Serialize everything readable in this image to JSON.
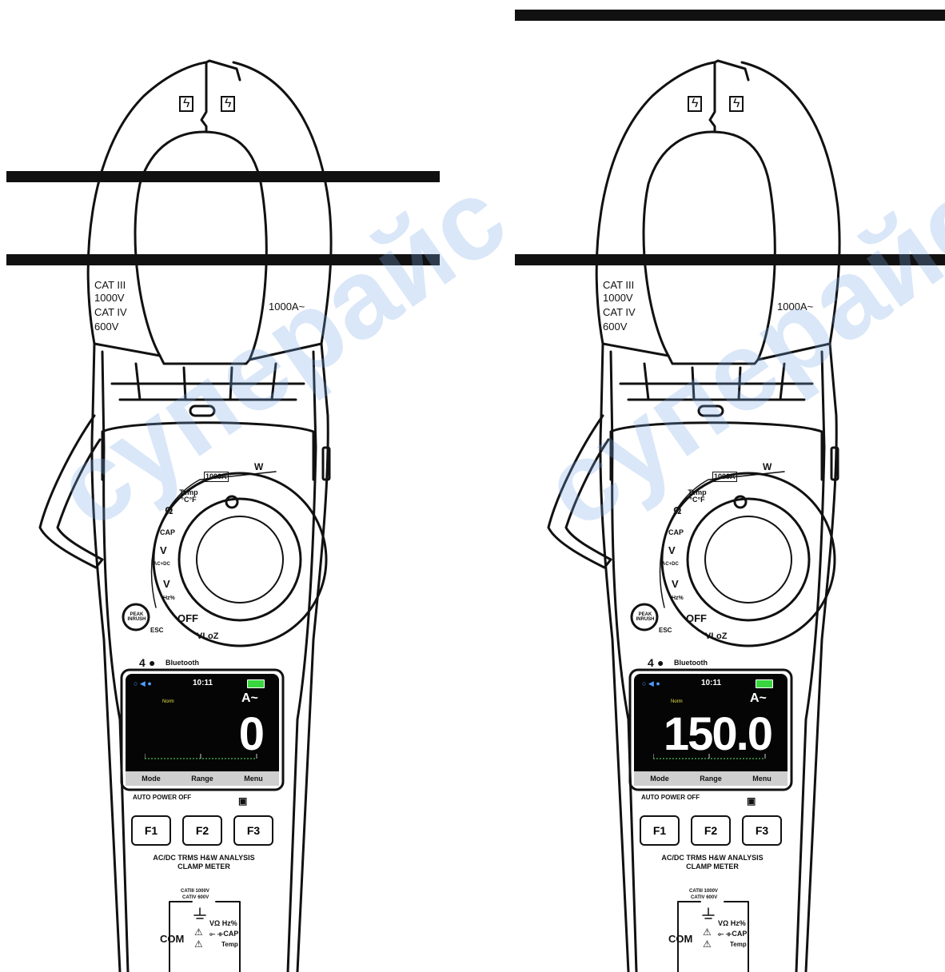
{
  "colors": {
    "outline": "#111111",
    "screen_bg": "#050505",
    "softkey_bar": "#cfcfcf",
    "battery": "#39d640",
    "bluetooth": "#4f9bff",
    "watermark": "rgba(120,170,230,0.28)"
  },
  "watermark_text": "cyперайс",
  "meters": [
    {
      "jaw_symbol": "ϟ",
      "cat_lines": [
        "CAT III",
        "1000V",
        "CAT IV",
        "600V"
      ],
      "jaw_rating": "1000A~",
      "dial": {
        "positions": [
          "1000A",
          "W",
          "Temp °C°F",
          "Ω",
          "CAP",
          "V",
          "AC+DC",
          "V",
          "Hz%",
          "OFF",
          "VLoZ"
        ],
        "peak_button": "PEAK INRUSH",
        "esc": "ESC"
      },
      "brand_line": "4",
      "bluetooth_label": "Bluetooth",
      "screen": {
        "time": "10:11",
        "mode": "Norm",
        "unit": "A~",
        "reading": "0",
        "softkeys": [
          "Mode",
          "Range",
          "Menu"
        ]
      },
      "auto_power_off": "AUTO POWER OFF",
      "fkeys": [
        "F1",
        "F2",
        "F3"
      ],
      "model_title": [
        "AC/DC TRMS H&W ANALYSIS",
        "CLAMP METER"
      ],
      "terminal_rating": [
        "CATIII 1000V",
        "CATIV 600V"
      ],
      "terminal_com": "COM",
      "terminal_right": [
        "VΩ Hz%",
        "⟜ ⟛CAP",
        "Temp"
      ]
    },
    {
      "jaw_symbol": "ϟ",
      "cat_lines": [
        "CAT III",
        "1000V",
        "CAT IV",
        "600V"
      ],
      "jaw_rating": "1000A~",
      "dial": {
        "positions": [
          "1000A",
          "W",
          "Temp °C°F",
          "Ω",
          "CAP",
          "V",
          "AC+DC",
          "V",
          "Hz%",
          "OFF",
          "VLoZ"
        ],
        "peak_button": "PEAK INRUSH",
        "esc": "ESC"
      },
      "brand_line": "4",
      "bluetooth_label": "Bluetooth",
      "screen": {
        "time": "10:11",
        "mode": "Norm",
        "unit": "A~",
        "reading": "150.0",
        "softkeys": [
          "Mode",
          "Range",
          "Menu"
        ]
      },
      "auto_power_off": "AUTO POWER OFF",
      "fkeys": [
        "F1",
        "F2",
        "F3"
      ],
      "model_title": [
        "AC/DC TRMS H&W ANALYSIS",
        "CLAMP METER"
      ],
      "terminal_rating": [
        "CATIII 1000V",
        "CATIV 600V"
      ],
      "terminal_com": "COM",
      "terminal_right": [
        "VΩ Hz%",
        "⟜ ⟛CAP",
        "Temp"
      ]
    }
  ]
}
